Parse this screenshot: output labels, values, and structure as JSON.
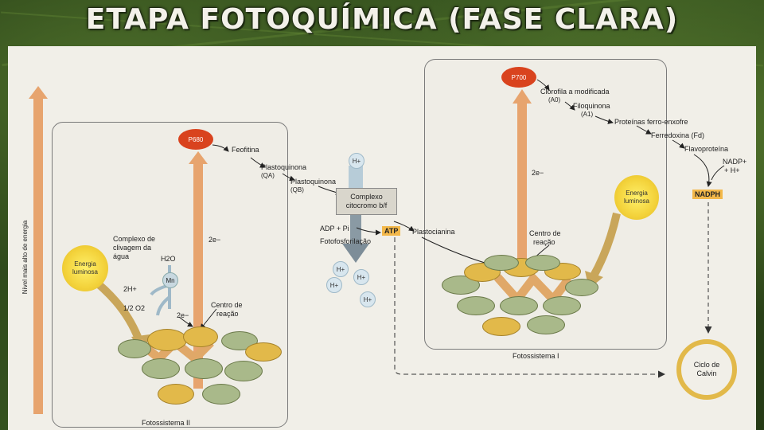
{
  "title": "ETAPA FOTOQUÍMICA (FASE CLARA)",
  "axis_label": "Nível mais alto de energia",
  "ps2": {
    "name": "Fotossistema II",
    "p680": "P680",
    "chain": [
      "Feofitina",
      "Plastoquinona",
      "(QA)",
      "Plastoquinona",
      "(QB)"
    ],
    "split": [
      "Complexo de",
      "clivagem da",
      "água"
    ],
    "h2o": "H2O",
    "mn": "Mn",
    "twoh": "2H+",
    "o2": "1/2 O2",
    "e2a": "2e−",
    "e2b": "2e−",
    "energy": [
      "Energia",
      "luminosa"
    ],
    "center": [
      "Centro de",
      "reação"
    ]
  },
  "cyt": {
    "h_top": "H+",
    "box": [
      "Complexo",
      "citocromo b/f"
    ],
    "adp": "ADP + Pi",
    "atp": "ATP",
    "fotofos": "Fotofosforilação",
    "hplus": [
      "H+",
      "H+",
      "H+",
      "H+",
      "H+"
    ]
  },
  "ps1": {
    "name": "Fotossistema I",
    "p700": "P700",
    "chain": [
      "Clorofila a modificada",
      "(A0)",
      "Filoquinona",
      "(A1)",
      "Proteínas ferro-enxofre",
      "Ferredoxina (Fd)",
      "Flavoproteína"
    ],
    "plasto": "Plastocianina",
    "e2": "2e−",
    "energy": [
      "Energia",
      "luminosa"
    ],
    "center": [
      "Centro de",
      "reação"
    ],
    "nadp": [
      "NADP+",
      "+ H+"
    ],
    "nadph": "NADPH"
  },
  "calvin": [
    "Ciclo de",
    "Calvin"
  ],
  "colors": {
    "arrow": "#e7a46e",
    "p_node": "#d9431e",
    "tag": "#f3b84a",
    "disk_green": "#a9b98a",
    "disk_yellow": "#e2b94a"
  }
}
